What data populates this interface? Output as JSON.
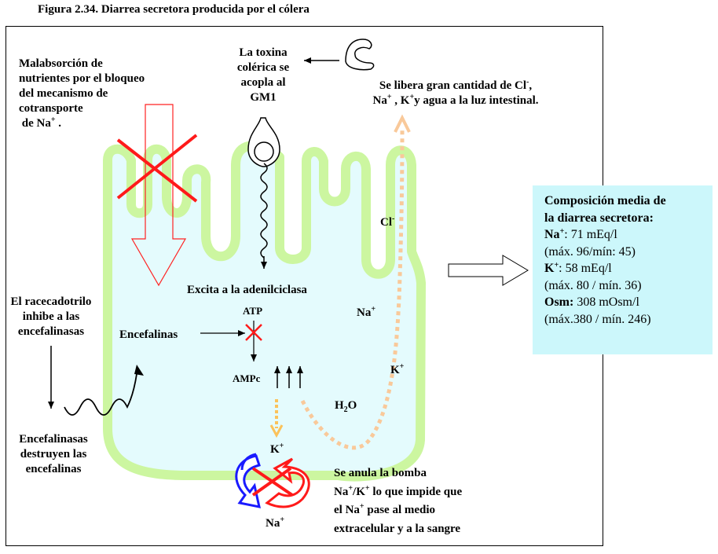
{
  "caption": "Figura 2.34. Diarrea secretora producida por el cólera",
  "labels": {
    "malabsorcion": [
      "Malabsorción de",
      "nutrientes por el bloqueo",
      "del  mecanismo de",
      "cotransporte",
      "de Na",
      "+",
      " ."
    ],
    "toxina": [
      "La toxina",
      "colérica se",
      "acopla al",
      "GM1"
    ],
    "libera": [
      "Se libera gran cantidad de Cl",
      "-",
      ",",
      "Na",
      "+",
      " , K",
      "+",
      "y agua a la luz intestinal."
    ],
    "cl": [
      "Cl",
      "-"
    ],
    "excita": "Excita a la adenilciclasa",
    "atp": "ATP",
    "ampc": "AMPc",
    "encefalinas": "Encefalinas",
    "racecadotrilo": [
      "El racecadotrilo",
      "inhibe a las",
      "encefalinasas"
    ],
    "destruyen": [
      "Encefalinasas",
      "destruyen las",
      "encefalinas"
    ],
    "na_mid": [
      "Na",
      "+"
    ],
    "k_mid": [
      "K",
      "+"
    ],
    "h2o": [
      "H",
      "2",
      "O"
    ],
    "k_pump": [
      "K",
      "+"
    ],
    "na_pump": [
      "Na",
      "+"
    ],
    "bomba": [
      "Se anula la bomba",
      "Na",
      "+",
      "/K",
      "+",
      " lo que impide que",
      "el Na",
      "+",
      " pase al medio",
      "extracelular y a la sangre"
    ]
  },
  "composition": {
    "title": [
      "Composición media de",
      "la diarrea secretora:"
    ],
    "na": [
      "Na",
      "+",
      ": 71 mEq/l"
    ],
    "na_range": "(máx. 96/mín: 45)",
    "k": [
      "K",
      "+",
      ": 58 mEq/l"
    ],
    "k_range": "(máx. 80 / mín. 36)",
    "osm": [
      "Osm:",
      " 308 mOsm/l"
    ],
    "osm_range": "(máx.380 / mín. 246)"
  },
  "colors": {
    "membrane": "#ccf6a0",
    "lumen": "#e4fbfd",
    "box": "#ccf7fb",
    "cross": "#ff1a1a",
    "dots": "#f9c99a",
    "dots_small": "#fbc25a",
    "pump_blue": "#1a1aff",
    "pump_red": "#ff1a1a"
  }
}
